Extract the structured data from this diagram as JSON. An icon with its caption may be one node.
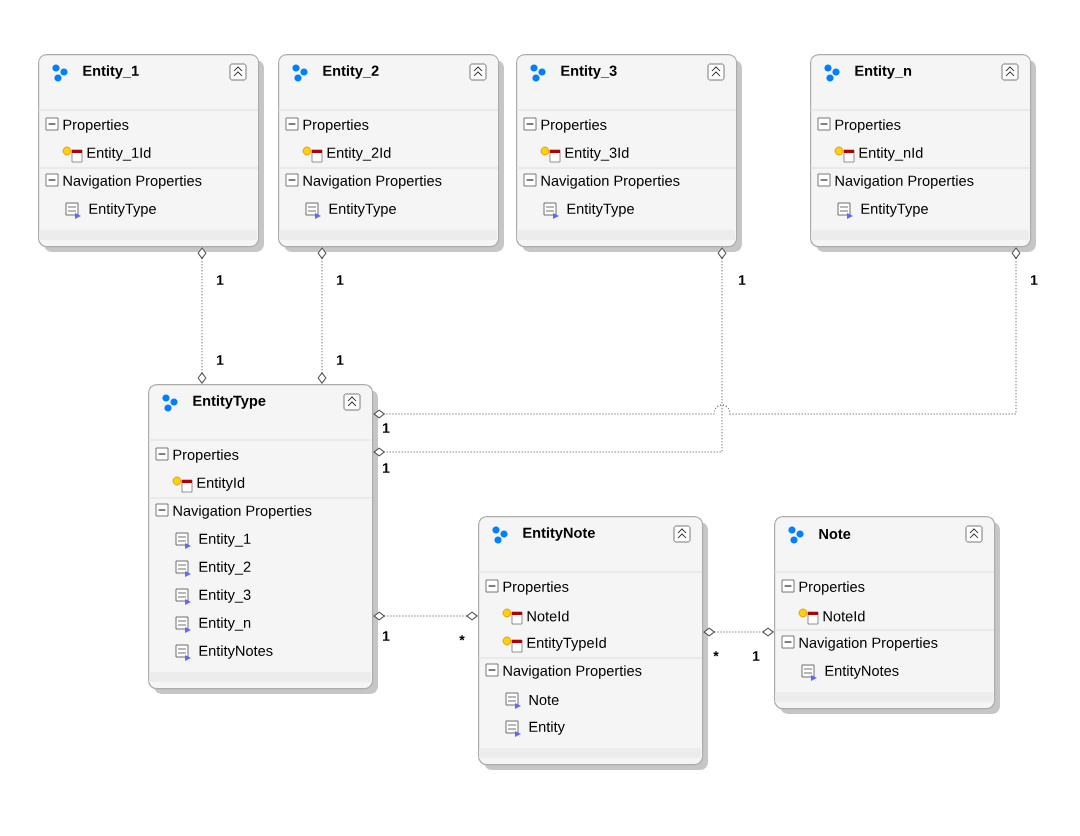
{
  "diagram": {
    "nodes": [
      {
        "text": [
          "Entity_1",
          "Properties",
          "Entity_1Id",
          "Navigation Properties",
          "EntityType"
        ]
      },
      {
        "text": [
          "Entity_2",
          "Properties",
          "Entity_2Id",
          "Navigation Properties",
          "EntityType"
        ]
      },
      {
        "text": [
          "Entity_3",
          "Properties",
          "Entity_3Id",
          "Navigation Properties",
          "EntityType"
        ]
      },
      {
        "text": [
          "Entity_n",
          "Properties",
          "Entity_nId",
          "Navigation Properties",
          "EntityType"
        ]
      },
      {
        "text": [
          "EntityType",
          "Properties",
          "EntityId",
          "Navigation Properties",
          "Entity_1",
          "Entity_2",
          "Entity_3",
          "Entity_n",
          "EntityNotes"
        ]
      },
      {
        "text": [
          "EntityNote",
          "Properties",
          "NoteId",
          "EntityTypeId",
          "Navigation Properties",
          "Note",
          "Entity"
        ]
      },
      {
        "text": [
          "Note",
          "Properties",
          "NoteId",
          "Navigation Properties",
          "EntityNotes"
        ]
      }
    ],
    "edges": [
      {
        "from": 0,
        "to": 4,
        "arrow": "other",
        "style": "dashed"
      },
      {
        "from": 1,
        "to": 4,
        "arrow": "other",
        "style": "dashed"
      },
      {
        "from": 2,
        "to": 4,
        "arrow": "other",
        "style": "dashed"
      },
      {
        "from": 3,
        "to": 4,
        "arrow": "other",
        "style": "dashed"
      },
      {
        "from": 4,
        "to": 5,
        "arrow": "other",
        "style": "dashed"
      },
      {
        "from": 5,
        "to": 6,
        "arrow": "other",
        "style": "dashed"
      }
    ],
    "labels": [
      "1",
      "1",
      "1",
      "1",
      "1",
      "1",
      "1",
      "1",
      "1",
      "*",
      "*",
      "1"
    ]
  }
}
